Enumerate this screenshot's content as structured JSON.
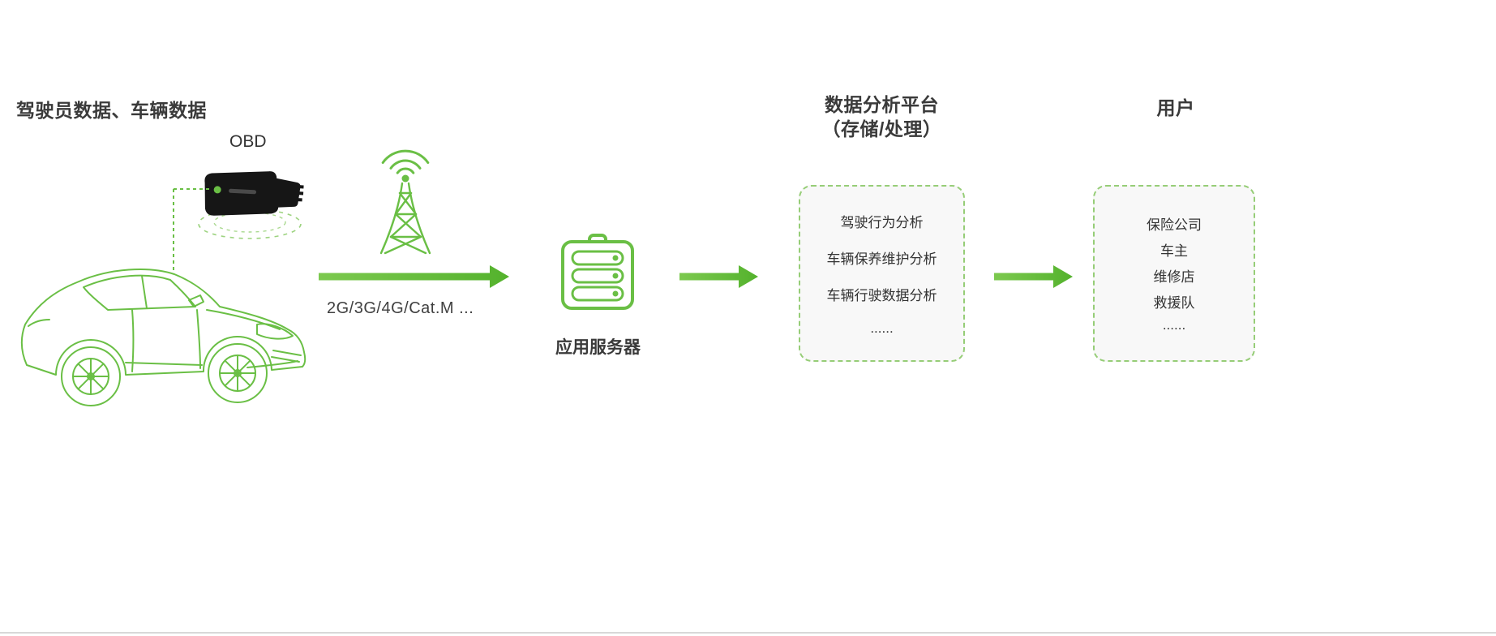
{
  "colors": {
    "accent_green": "#6abf45",
    "arrow_green": "#5cb534",
    "text_dark": "#333333",
    "box_bg": "#f8f8f8",
    "box_border": "#96cd77",
    "divider": "#d8d8d8",
    "device_black": "#161616"
  },
  "source": {
    "title": "驾驶员数据、车辆数据",
    "obd_label": "OBD"
  },
  "network": {
    "label": "2G/3G/4G/Cat.M  ..."
  },
  "server": {
    "label": "应用服务器"
  },
  "platform": {
    "title_line1": "数据分析平台",
    "title_line2": "（存储/处理）",
    "items": [
      "驾驶行为分析",
      "车辆保养维护分析",
      "车辆行驶数据分析",
      "......"
    ]
  },
  "users": {
    "title": "用户",
    "items": [
      "保险公司",
      "车主",
      "维修店",
      "救援队",
      "......"
    ]
  },
  "icons": {
    "car": "car-line-art",
    "obd_device": "obd-dongle-icon",
    "tower": "radio-tower-icon",
    "server": "server-icon",
    "arrow": "flow-arrow"
  }
}
